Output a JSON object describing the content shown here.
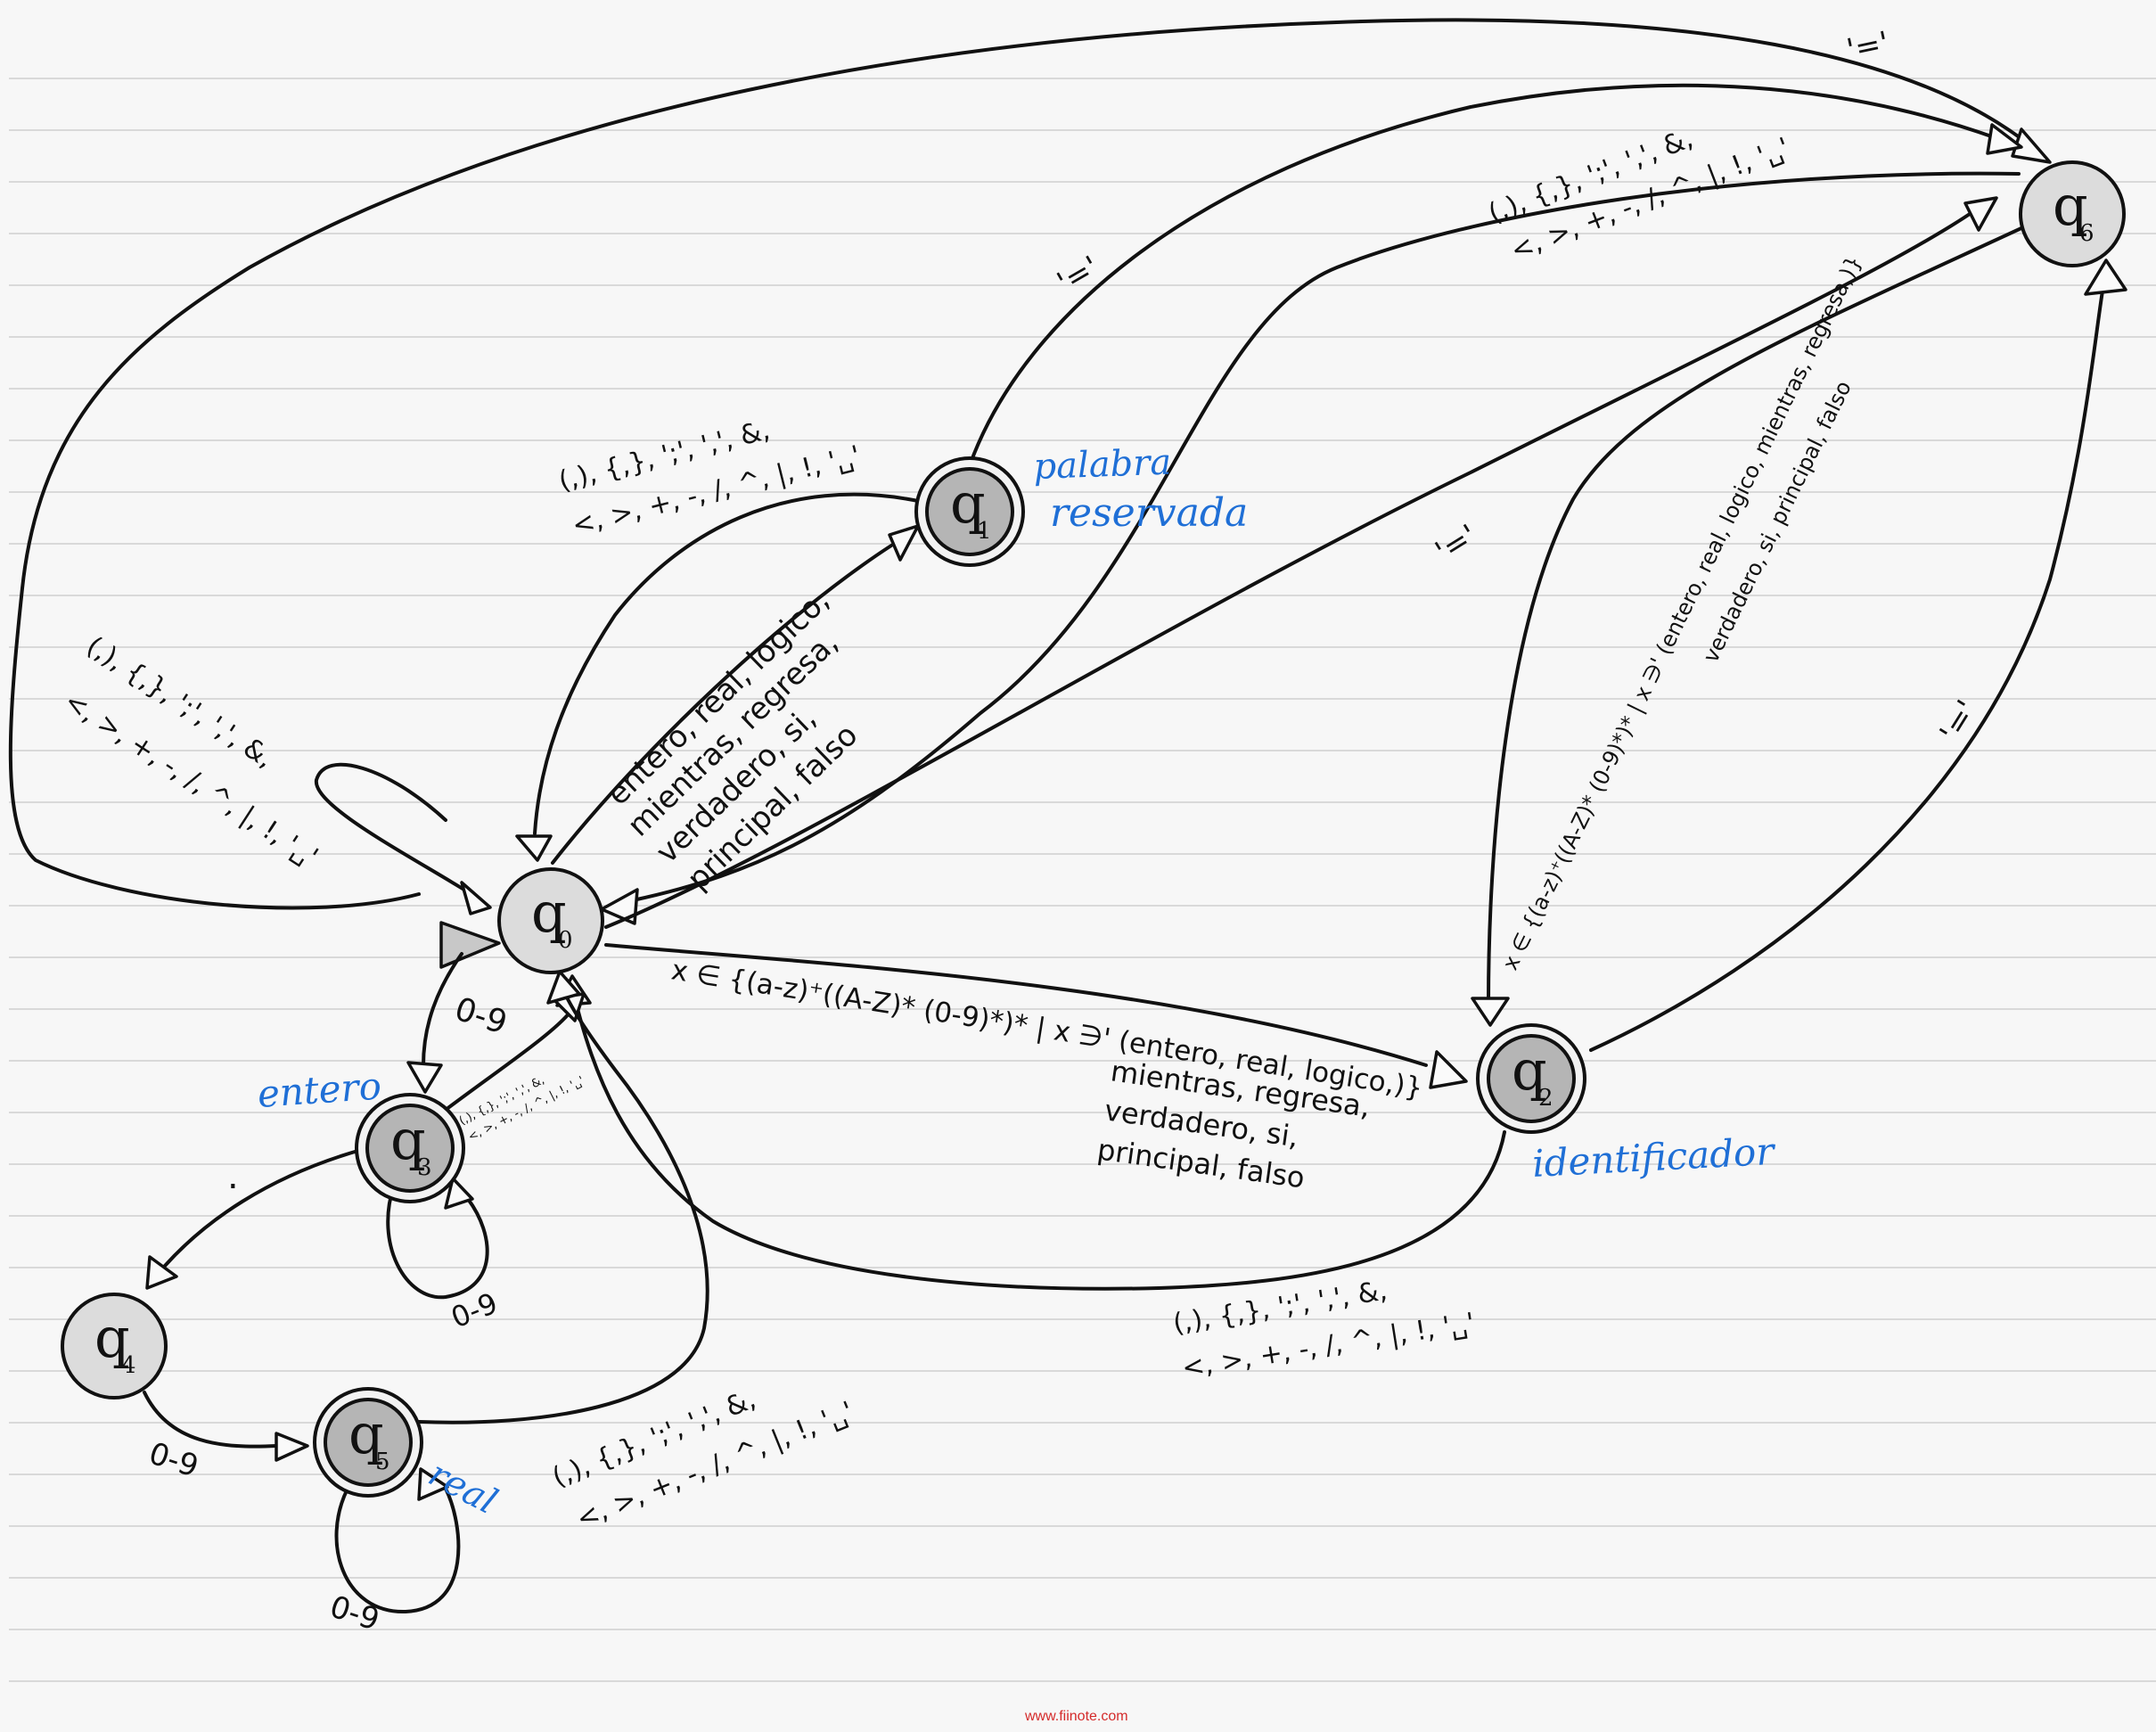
{
  "footer": "www.fiinote.com",
  "states": [
    {
      "id": "q0",
      "letter": "q",
      "sub": "0",
      "accepting": false,
      "shade": "#dcdcdc"
    },
    {
      "id": "q1",
      "letter": "q",
      "sub": "1",
      "accepting": true,
      "shade": "#b5b5b5"
    },
    {
      "id": "q2",
      "letter": "q",
      "sub": "2",
      "accepting": true,
      "shade": "#b5b5b5"
    },
    {
      "id": "q3",
      "letter": "q",
      "sub": "3",
      "accepting": true,
      "shade": "#b5b5b5"
    },
    {
      "id": "q4",
      "letter": "q",
      "sub": "4",
      "accepting": false,
      "shade": "#dcdcdc"
    },
    {
      "id": "q5",
      "letter": "q",
      "sub": "5",
      "accepting": true,
      "shade": "#b5b5b5"
    },
    {
      "id": "q6",
      "letter": "q",
      "sub": "6",
      "accepting": false,
      "shade": "#dcdcdc"
    }
  ],
  "annotations": {
    "q1_line1": "palabra",
    "q1_line2": "reservada",
    "q2": "identificador",
    "q3": "entero",
    "q5": "real"
  },
  "edge_labels": {
    "q0_self_1": "(,), {,}, ';', ',', &,",
    "q0_self_2": "<, >, +, -, /, ^, |, !, '␣'",
    "q1_to_q0_1": "(,), {,}, ';', ',', &,",
    "q1_to_q0_2": "<, >, +, -, /, ^, |, !, '␣'",
    "q0_to_q1_1": "entero, real, logico,",
    "q0_to_q1_2": "mientras, regresa,",
    "q0_to_q1_3": "verdadero, si,",
    "q0_to_q1_4": "principal, falso",
    "q1_to_q6": "'='",
    "q0_to_q6": "'='",
    "q6_to_q0_1": "(,), {,}, ';', ',', &,",
    "q6_to_q0_2": "<, >, +, -, /, ^, |, !, '␣'",
    "q0_to_q6_mid": "'='",
    "q6_to_q2_1": "x ∈ {(a-z)⁺((A-Z)* (0-9)*)* | x ∋' (entero, real, logico, mientras, regresa,)}",
    "q6_to_q2_2": "verdadero, si, principal, falso",
    "q2_to_q6": "'='",
    "q0_to_q2_1": "x ∈ {(a-z)⁺((A-Z)* (0-9)*)* | x ∋' (entero, real, logico,)}",
    "q0_to_q2_2": "mientras, regresa,",
    "q0_to_q2_3": "verdadero, si,",
    "q0_to_q2_4": "principal, falso",
    "q2_to_q0_1": "(,), {,}, ';', ',', &,",
    "q2_to_q0_2": "<, >, +, -, /, ^, |, !, '␣'",
    "q0_to_q3": "0-9",
    "q3_to_q0_1": "(,), {,}, ';', ',', &,",
    "q3_to_q0_2": "<, >, +, -, /, ^, |, !, '␣'",
    "q3_self": "0-9",
    "q3_to_q4": ".",
    "q4_to_q5": "0-9",
    "q5_self": "0-9",
    "q5_to_q0_1": "(,), {,}, ';', ',', &,",
    "q5_to_q0_2": "<, >, +, -, /, ^, |, !, '␣'"
  }
}
